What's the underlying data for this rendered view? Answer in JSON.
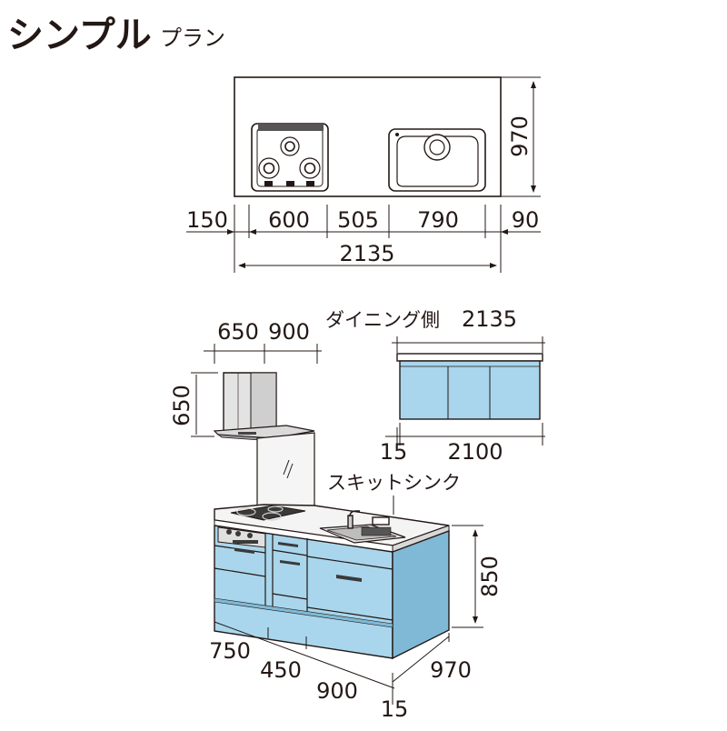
{
  "title": {
    "main": "シンプル",
    "sub": "プラン"
  },
  "plan_view": {
    "depth": "970",
    "segments": [
      "150",
      "600",
      "505",
      "790",
      "90"
    ],
    "total": "2135"
  },
  "elevation": {
    "hood_width_a": "650",
    "hood_width_b": "900",
    "hood_height": "650",
    "dining_side_label": "ダイニング側",
    "dining_side_width": "2135",
    "dining_offset": "15",
    "dining_cabinet_width": "2100",
    "sink_label": "スキットシンク",
    "counter_height": "850",
    "base_widths": [
      "750",
      "450",
      "900"
    ],
    "base_depth": "970",
    "base_offset": "15"
  },
  "colors": {
    "cabinet_blue": "#a9d6ec",
    "cabinet_blue_dark": "#7fb9d6",
    "line": "#231815",
    "panel_gray": "#dcdcdc",
    "steel": "#b8b8b8"
  },
  "icons": [
    "gas-cooktop-icon",
    "sink-icon",
    "range-hood-icon",
    "faucet-icon"
  ]
}
